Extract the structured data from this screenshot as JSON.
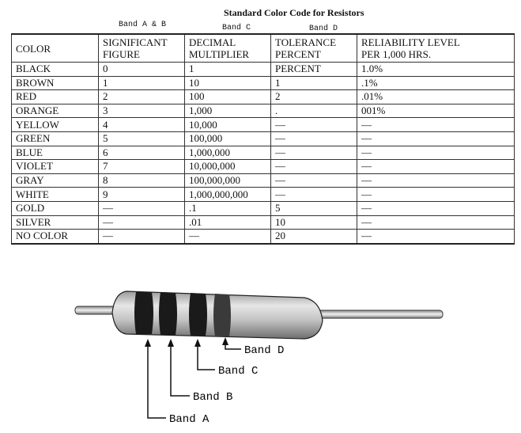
{
  "title": "Standard Color Code for Resistors",
  "band_headers": [
    "Band A & B",
    "Band C",
    "Band D"
  ],
  "columns": [
    [
      "COLOR"
    ],
    [
      "SIGNIFICANT",
      "FIGURE"
    ],
    [
      "DECIMAL",
      "MULTIPLIER"
    ],
    [
      "TOLERANCE",
      "PERCENT"
    ],
    [
      "RELIABILITY LEVEL",
      "PER 1,000 HRS."
    ]
  ],
  "rows": [
    [
      "BLACK",
      "0",
      "1",
      "PERCENT",
      "1.0%"
    ],
    [
      "BROWN",
      "1",
      "10",
      "1",
      ".1%"
    ],
    [
      "RED",
      "2",
      "100",
      "2",
      ".01%"
    ],
    [
      "ORANGE",
      "3",
      "1,000",
      ".",
      "001%"
    ],
    [
      "YELLOW",
      "4",
      "10,000",
      "—",
      "—"
    ],
    [
      "GREEN",
      "5",
      "100,000",
      "—",
      "—"
    ],
    [
      "BLUE",
      "6",
      "1,000,000",
      "—",
      "—"
    ],
    [
      "VIOLET",
      "7",
      "10,000,000",
      "—",
      "—"
    ],
    [
      "GRAY",
      "8",
      "100,000,000",
      "—",
      "—"
    ],
    [
      "WHITE",
      "9",
      "1,000,000,000",
      "—",
      "—"
    ],
    [
      "GOLD",
      "—",
      ".1",
      "5",
      "—"
    ],
    [
      "SILVER",
      "—",
      ".01",
      "10",
      "—"
    ],
    [
      "NO COLOR",
      "—",
      "—",
      "20",
      "—"
    ]
  ],
  "diagram_labels": [
    "Band D",
    "Band C",
    "Band B",
    "Band A"
  ]
}
